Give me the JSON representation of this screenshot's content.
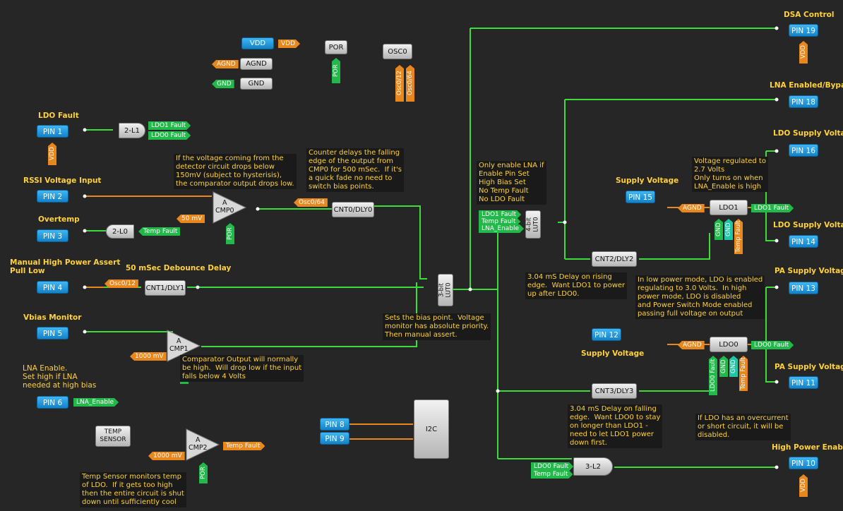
{
  "pins": {
    "pin1": "PIN 1",
    "pin2": "PIN 2",
    "pin3": "PIN 3",
    "pin4": "PIN 4",
    "pin5": "PIN 5",
    "pin6": "PIN 6",
    "pin8": "PIN 8",
    "pin9": "PIN 9",
    "pin10": "PIN 10",
    "pin11": "PIN 11",
    "pin12": "PIN 12",
    "pin13": "PIN 13",
    "pin14": "PIN 14",
    "pin15": "PIN 15",
    "pin16": "PIN 16",
    "pin18": "PIN 18",
    "pin19": "PIN 19"
  },
  "labels": {
    "ldo_fault": "LDO Fault",
    "rssi": "RSSI Voltage Input",
    "overtemp": "Overtemp",
    "manual": "Manual High Power Assert\nPull Low",
    "debounce": "50 mSec Debounce Delay",
    "vbias": "Vbias Monitor",
    "lna_enable": "LNA Enable.\nSet high if LNA\nneeded at high bias",
    "dsa": "DSA Control",
    "lna_bypass": "LNA Enabled/Bypass",
    "ldo_supply_16": "LDO Supply Voltage",
    "ldo_supply_14": "LDO Supply Voltage",
    "supply_15": "Supply Voltage",
    "pa_supply_13": "PA Supply Voltage",
    "supply_12": "Supply Voltage",
    "pa_supply_11": "PA Supply Voltage",
    "high_power": "High Power Enabled"
  },
  "blocks": {
    "vdd": "VDD",
    "agnd": "AGND",
    "gnd": "GND",
    "por": "POR",
    "osc0": "OSC0",
    "gate_2l1": "2-L1",
    "gate_2l0": "2-L0",
    "gate_3l2": "3-L2",
    "cnt0": "CNT0/DLY0",
    "cnt1": "CNT1/DLY1",
    "cnt2": "CNT2/DLY2",
    "cnt3": "CNT3/DLY3",
    "lut3": "3-bit\nLUT0",
    "lut4": "4-bit\nLUT0",
    "ldo1": "LDO1",
    "ldo0": "LDO0",
    "i2c": "I2C",
    "temp_sensor": "TEMP\nSENSOR",
    "cmp0": "A\nCMP0",
    "cmp1": "A\nCMP1",
    "cmp2": "A\nCMP2"
  },
  "tags": {
    "vdd": "VDD",
    "agnd": "AGND",
    "gnd": "GND",
    "por": "POR",
    "osc0_12": "Osc0/12",
    "osc0_64": "Osc0/64",
    "ldo1_fault": "LDO1 Fault",
    "ldo0_fault": "LDO0 Fault",
    "temp_fault": "Temp Fault",
    "lna_enable": "LNA_Enable",
    "mv50": "50 mV",
    "mv1000a": "1000 mV",
    "mv1000b": "1000 mV"
  },
  "notes": {
    "cmp0": "If the voltage coming from the\ndetector circuit drops below\n150mV (subject to hysterisis),\nthe comparator output drops low.",
    "cnt0": "Counter delays the falling\nedge of the output from\nCMP0 for 500 mSec.  If it's\na quick fade no need to\nswitch bias points.",
    "lut4": "Only enable LNA if\nEnable Pin Set\nHigh Bias Set\nNo Temp Fault\nNo LDO Fault",
    "ldo1": "Voltage regulated to\n2.7 Volts\nOnly turns on when\nLNA_Enable is high",
    "cnt2": "3.04 mS Delay on rising\nedge.  Want LDO1 to power\nup after LDO0.",
    "ldo0": "In low power mode, LDO is enabled\nregulating to 3.0 Volts.  In high\npower mode, LDO is disabled\nand Power Switch Mode enabled\npassing full voltage on output",
    "lut3": "Sets the bias point.  Voltage\nmonitor has absolute priority.\nThen manual assert.",
    "cmp1": "Comparator Output will normally\nbe high.  Will drop low if the input\nfalls below 4 Volts",
    "cnt3": "3.04 mS Delay on falling\nedge.  Want LDO0 to stay\non longer than LDO1 -\nneed to let LDO1 power\ndown first.",
    "ldo_oc": "If LDO has an overcurrent\nor short circuit, it will be\ndisabled.",
    "temp": "Temp Sensor monitors temp\nof LDO.  If it gets too high\nthen the entire circuit is shut\ndown until sufficiently cool"
  },
  "colors": {
    "wire_green": "#3ddc3d",
    "wire_orange": "#e8871e",
    "label": "#ffd23a",
    "pin": "#1e9be0"
  }
}
